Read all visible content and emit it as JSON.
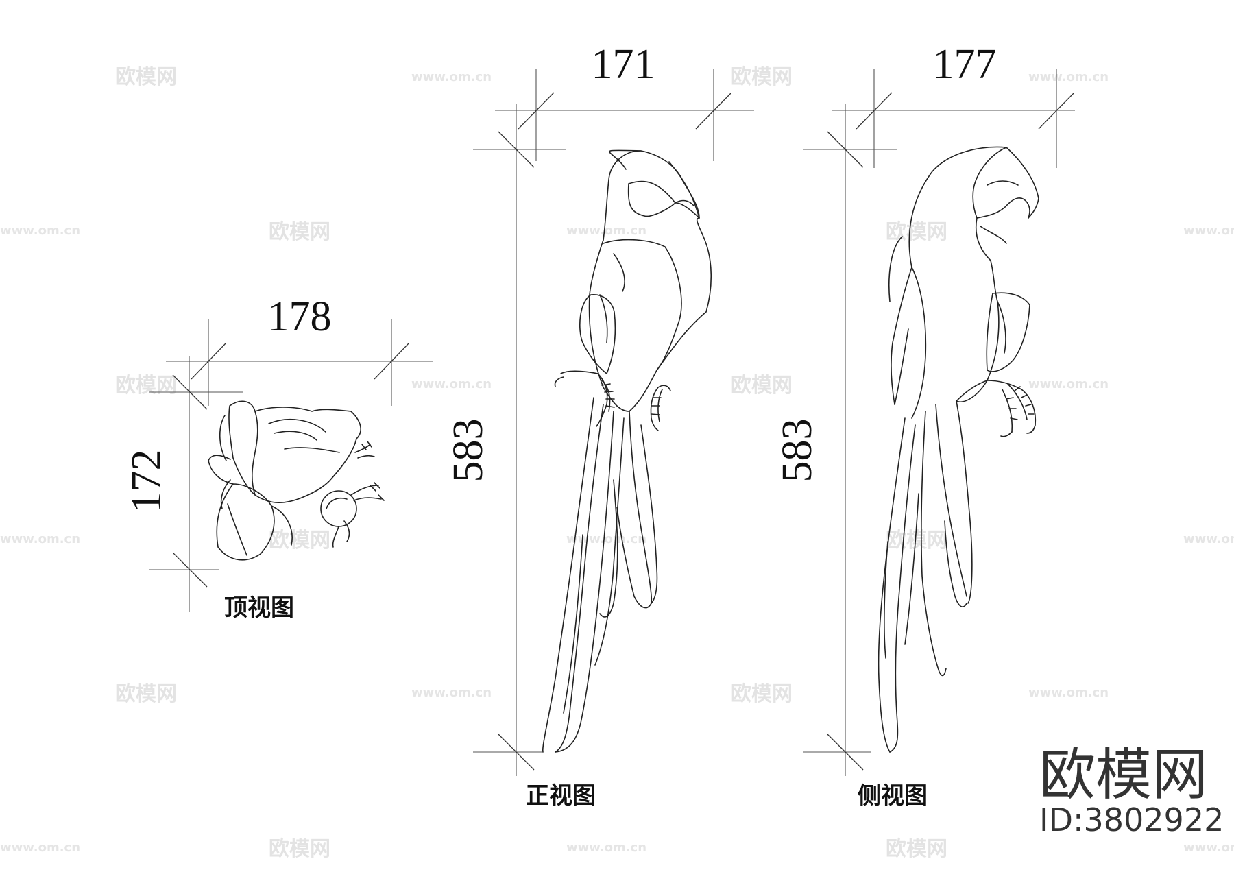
{
  "watermark": {
    "logo": "欧模网",
    "url": "www.om.cn"
  },
  "views": {
    "top": {
      "caption": "顶视图",
      "width_dim": "178",
      "depth_dim": "172"
    },
    "front": {
      "caption": "正视图",
      "width_dim": "171",
      "height_dim": "583"
    },
    "side": {
      "caption": "侧视图",
      "width_dim": "177",
      "height_dim": "583"
    }
  },
  "brand": {
    "name": "欧模网",
    "id": "ID:3802922"
  }
}
